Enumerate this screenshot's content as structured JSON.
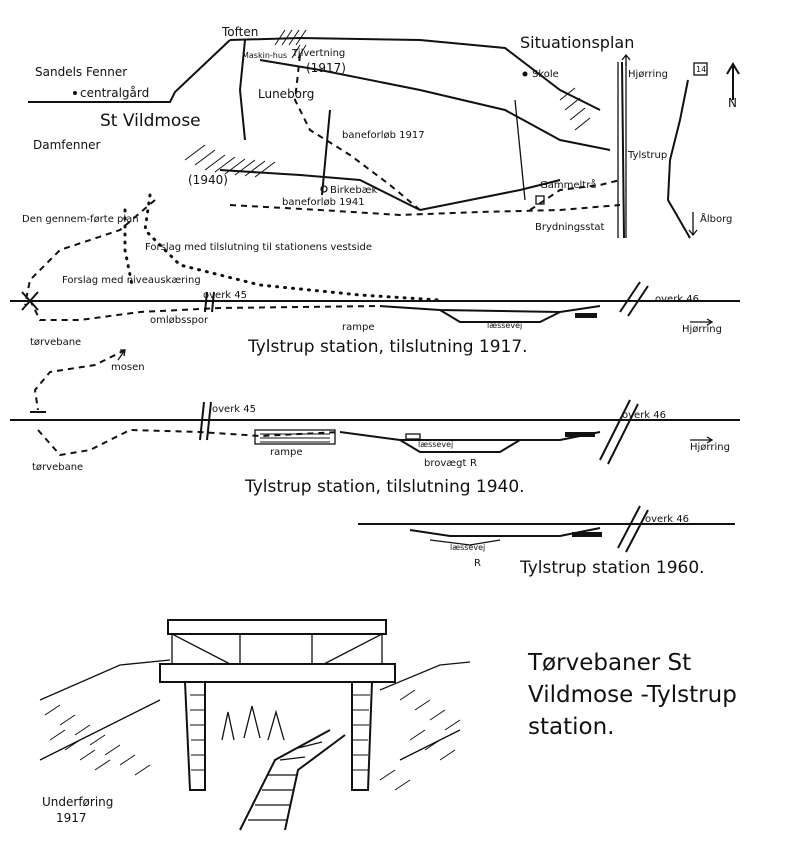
{
  "situationsplan": {
    "heading": "Situationsplan",
    "north": "N",
    "places": {
      "sandels_fenner": "Sandels Fenner",
      "centralgaard": "centralgård",
      "st_vildmose": "St Vildmose",
      "damfenner": "Damfenner",
      "toften": "Toften",
      "maskinhus": "Maskin-hus",
      "tilvaertning": "Tilvertning",
      "tilvaertning_year": "(1917)",
      "luneborg": "Luneborg",
      "baneforlob_1917": "baneforløb 1917",
      "year_1940": "(1940)",
      "birkebaek": "Birkebæk",
      "baneforlob_1941": "baneforløb 1941",
      "skole": "Skole",
      "hjorring": "Hjørring",
      "tylstrup": "Tylstrup",
      "gammeltra": "Gammeltrå",
      "brydsningsstat": "Brydningsstat",
      "aalborg": "Ålborg",
      "road_number": "14"
    }
  },
  "plan_1917": {
    "title": "Tylstrup station, tilslutning 1917.",
    "den_gennemforte_plan": "Den gennem-førte plan",
    "forslag_tilslutning": "Forslag med tilslutning til stationens vestside",
    "forslag_niveau": "Forslag med niveauskæring",
    "overk45": "overk 45",
    "overk46": "overk 46",
    "omlobsspor": "omløbsspor",
    "rampe": "rampe",
    "lossevej": "læssevej",
    "torvebane": "tørvebane",
    "hjorring": "Hjørring"
  },
  "plan_1940": {
    "title": "Tylstrup station, tilslutning 1940.",
    "mosen": "mosen",
    "overk45": "overk 45",
    "overk46": "overk 46",
    "rampe": "rampe",
    "lossevej": "læssevej",
    "brovaegt": "brovægt",
    "r_mark": "R",
    "torvebane": "tørvebane",
    "hjorring": "Hjørring"
  },
  "plan_1960": {
    "title": "Tylstrup station 1960.",
    "overk46": "overk 46",
    "lossevej": "læssevej",
    "r_mark": "R"
  },
  "sketch": {
    "caption_line1": "Underføring",
    "caption_line2": "1917"
  },
  "main_title": {
    "line1": "Tørvebaner St",
    "line2": "Vildmose -Tylstrup",
    "line3": "station."
  }
}
